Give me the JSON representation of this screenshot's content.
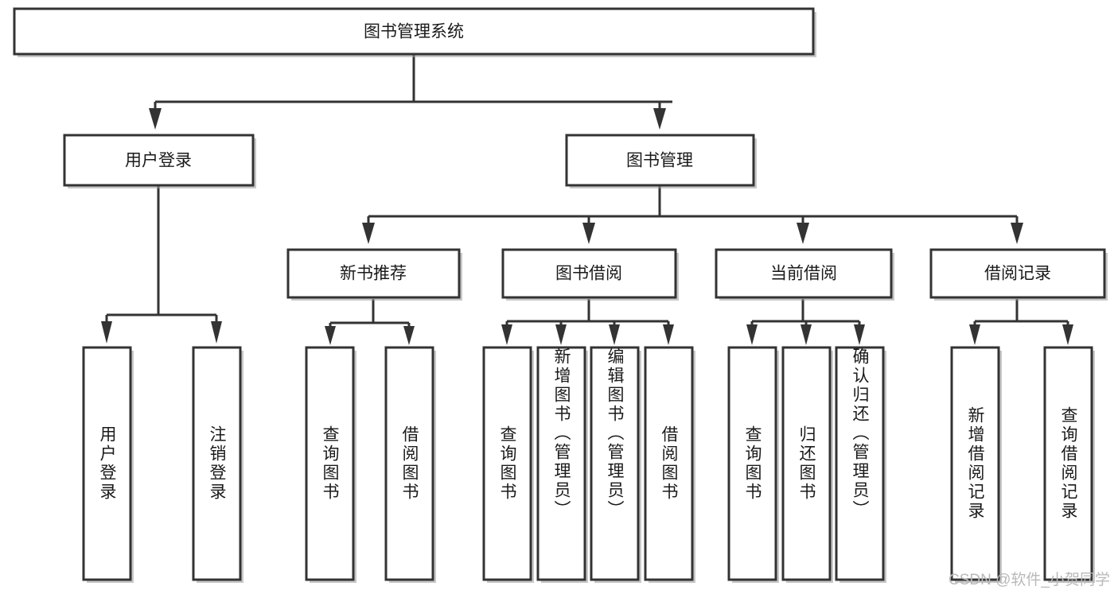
{
  "diagram": {
    "type": "tree-hierarchy",
    "title": "图书管理系统",
    "watermark": "CSDN @软件_小贺同学",
    "colors": {
      "background": "#ffffff",
      "box_fill": "#ffffff",
      "box_stroke": "#333333",
      "shadow": "#9a9a9a",
      "text": "#1a1a1a",
      "watermark_text": "#b9b9b9"
    },
    "root": {
      "id": "root",
      "label": "图书管理系统",
      "orientation": "horizontal"
    },
    "level2": [
      {
        "id": "user-login",
        "label": "用户登录",
        "orientation": "horizontal"
      },
      {
        "id": "book-management",
        "label": "图书管理",
        "orientation": "horizontal"
      }
    ],
    "level3": [
      {
        "id": "new-book-recommend",
        "label": "新书推荐",
        "parent": "book-management",
        "orientation": "horizontal"
      },
      {
        "id": "book-borrow",
        "label": "图书借阅",
        "parent": "book-management",
        "orientation": "horizontal"
      },
      {
        "id": "current-borrow",
        "label": "当前借阅",
        "parent": "book-management",
        "orientation": "horizontal"
      },
      {
        "id": "borrow-record",
        "label": "借阅记录",
        "parent": "book-management",
        "orientation": "horizontal"
      }
    ],
    "leaves": [
      {
        "id": "leaf-user-login",
        "label": "用户登录",
        "parent": "user-login",
        "orientation": "vertical"
      },
      {
        "id": "leaf-logout-login",
        "label": "注销登录",
        "parent": "user-login",
        "orientation": "vertical"
      },
      {
        "id": "leaf-query-book-1",
        "label": "查询图书",
        "parent": "new-book-recommend",
        "orientation": "vertical"
      },
      {
        "id": "leaf-borrow-book-1",
        "label": "借阅图书",
        "parent": "new-book-recommend",
        "orientation": "vertical"
      },
      {
        "id": "leaf-query-book-2",
        "label": "查询图书",
        "parent": "book-borrow",
        "orientation": "vertical"
      },
      {
        "id": "leaf-add-book",
        "label": "新增图书（管理员）",
        "parent": "book-borrow",
        "orientation": "vertical"
      },
      {
        "id": "leaf-edit-book",
        "label": "编辑图书（管理员）",
        "parent": "book-borrow",
        "orientation": "vertical"
      },
      {
        "id": "leaf-borrow-book-2",
        "label": "借阅图书",
        "parent": "book-borrow",
        "orientation": "vertical"
      },
      {
        "id": "leaf-query-book-3",
        "label": "查询图书",
        "parent": "current-borrow",
        "orientation": "vertical"
      },
      {
        "id": "leaf-return-book",
        "label": "归还图书",
        "parent": "current-borrow",
        "orientation": "vertical"
      },
      {
        "id": "leaf-confirm-return",
        "label": "确认归还（管理员）",
        "parent": "current-borrow",
        "orientation": "vertical"
      },
      {
        "id": "leaf-add-record",
        "label": "新增借阅记录",
        "parent": "borrow-record",
        "orientation": "vertical"
      },
      {
        "id": "leaf-query-record",
        "label": "查询借阅记录",
        "parent": "borrow-record",
        "orientation": "vertical"
      }
    ]
  }
}
